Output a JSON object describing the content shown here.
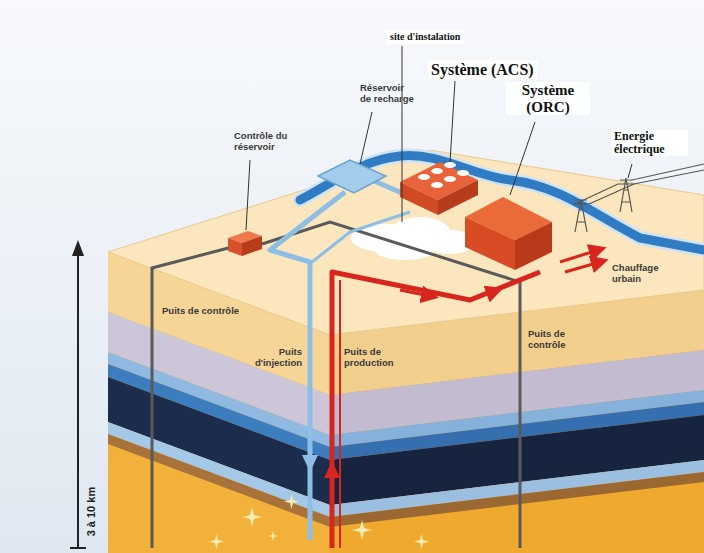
{
  "diagram": {
    "labels": [
      "site d'instalation",
      "Système (ACS)",
      "Système (ORC)",
      "Réservoir de recharge",
      "Contrôle du réservoir",
      "Energie électrique",
      "Chauffage urbain",
      "Puits de contrôle",
      "Puits d'injection",
      "Puits de production",
      "Puits de contrôle",
      "3 à 10 km"
    ]
  }
}
